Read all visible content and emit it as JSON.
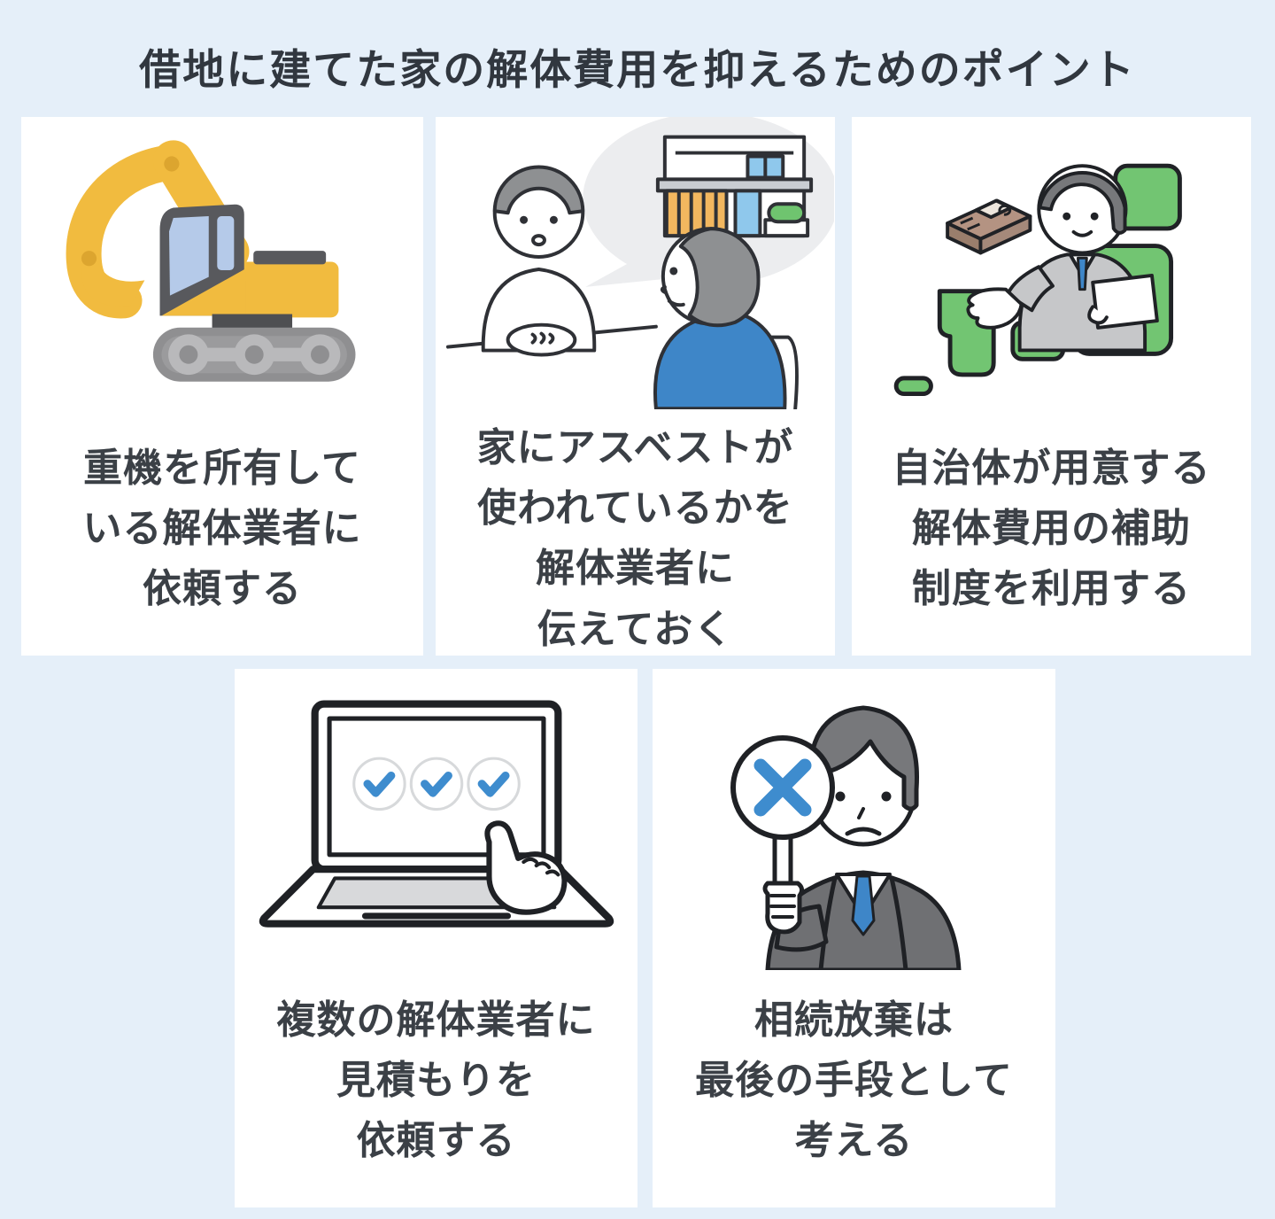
{
  "page": {
    "title": "借地に建てた家の解体費用を抑えるためのポイント",
    "background_color": "#E5EFF9",
    "card_color": "#FFFFFF",
    "title_color": "#31373F",
    "text_color": "#3B4046",
    "accent_blue": "#3E8CCE",
    "accent_yellow": "#F1BB3F",
    "accent_green": "#72C572",
    "outline_color": "#2F3136"
  },
  "cards": [
    {
      "id": "heavy-machinery",
      "icon": "excavator-illustration",
      "lines": [
        "重機を所有して",
        "いる解体業者に",
        "依頼する"
      ]
    },
    {
      "id": "asbestos",
      "icon": "consultation-illustration",
      "lines": [
        "家にアスベストが",
        "使われているかを",
        "解体業者に",
        "伝えておく"
      ]
    },
    {
      "id": "subsidy",
      "icon": "subsidy-money-illustration",
      "lines": [
        "自治体が用意する",
        "解体費用の補助",
        "制度を利用する"
      ]
    },
    {
      "id": "quotes",
      "icon": "laptop-checklist-illustration",
      "lines": [
        "複数の解体業者に",
        "見積もりを",
        "依頼する"
      ]
    },
    {
      "id": "inheritance",
      "icon": "ng-sign-man-illustration",
      "lines": [
        "相続放棄は",
        "最後の手段として",
        "考える"
      ]
    }
  ]
}
